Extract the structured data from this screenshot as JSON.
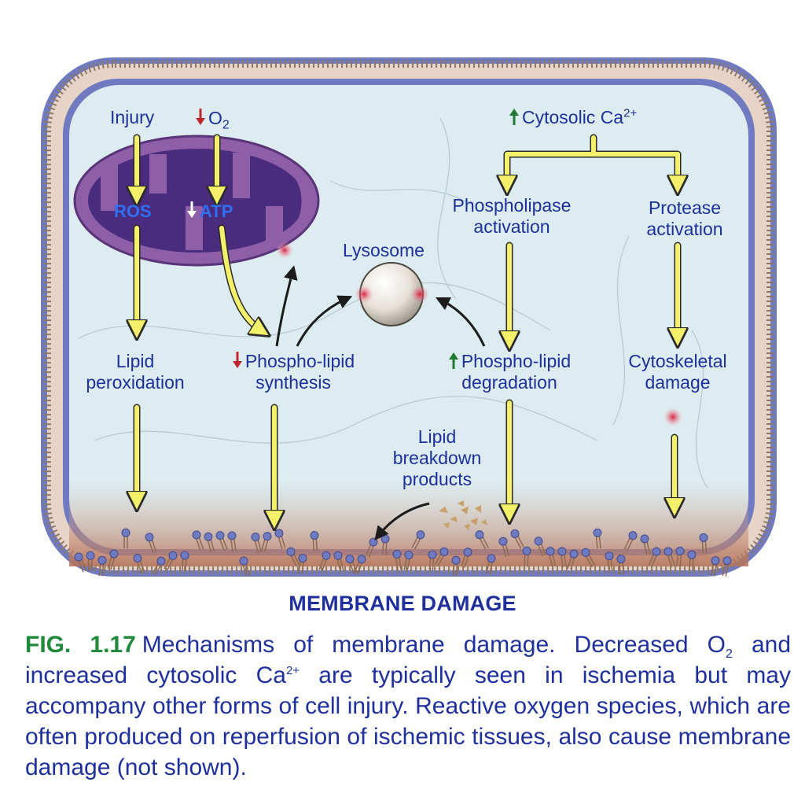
{
  "labels": {
    "injury": "Injury",
    "o2": "O",
    "o2_sub": "2",
    "cytosolic": "Cytosolic Ca",
    "cytosolic_sup": "2+",
    "ros": "ROS",
    "atp": "ATP",
    "lysosome": "Lysosome",
    "phospholipase_l1": "Phospholipase",
    "phospholipase_l2": "activation",
    "protease_l1": "Protease",
    "protease_l2": "activation",
    "lipid_perox_l1": "Lipid",
    "lipid_perox_l2": "peroxidation",
    "phospho_synth_l1": "Phospho-lipid",
    "phospho_synth_l2": "synthesis",
    "phospho_degr_l1": "Phospho-lipid",
    "phospho_degr_l2": "degradation",
    "cytoskeletal_l1": "Cytoskeletal",
    "cytoskeletal_l2": "damage",
    "lipid_breakdown_l1": "Lipid",
    "lipid_breakdown_l2": "breakdown",
    "lipid_breakdown_l3": "products",
    "membrane_damage": "MEMBRANE DAMAGE"
  },
  "caption": {
    "fig": "FIG. 1.17",
    "p1": "Mechanisms of membrane damage. Decreased O",
    "p1_sub": "2",
    "p2": " and increased cytosolic Ca",
    "p2_sup": "2+",
    "p3": " are typically seen in ischemia but may accompany other forms of cell injury. Reactive oxygen species, which are often produced on reperfusion of ischemic tissues, also cause membrane damage (not shown)."
  },
  "colors": {
    "label_blue": "#1e2f9e",
    "figure_green": "#1e8a3a",
    "arrow_yellow": "#f4f06a",
    "cytoplasm": "#dcecf0",
    "mitochondrion": "#8e5fa8",
    "up_arrow": "#1e7a2e",
    "down_arrow": "#c0262d"
  }
}
